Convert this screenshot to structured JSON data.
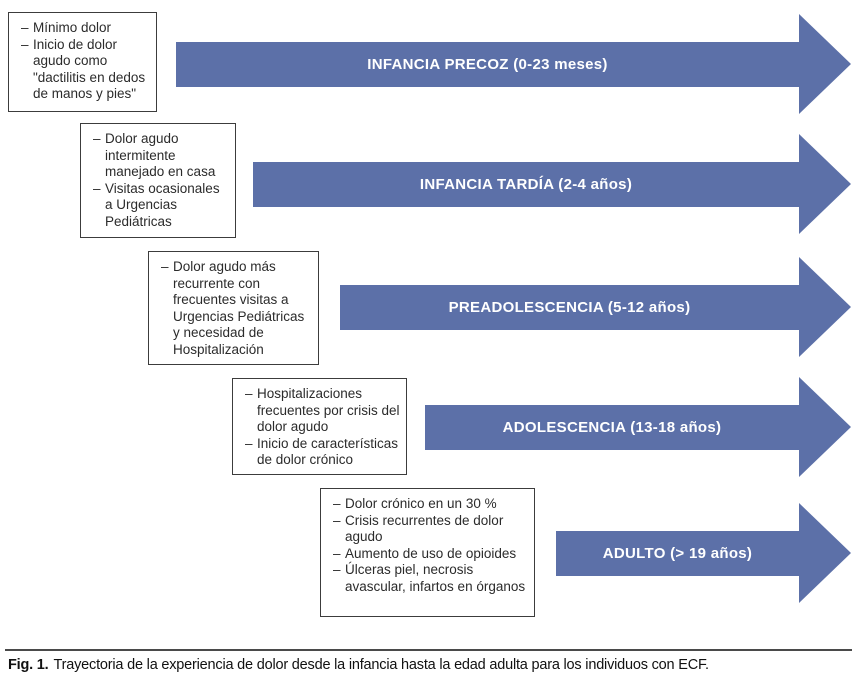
{
  "bullet_char": "–",
  "colors": {
    "arrow_blue": "#5c70a8",
    "box_border": "#3c3c3c",
    "box_text": "#2b2b2b",
    "arrow_label_text": "#ffffff",
    "caption_rule": "#4a4a4a"
  },
  "stages": [
    {
      "arrow_label": "INFANCIA PRECOZ (0-23 meses)",
      "bullets": [
        "Mínimo dolor",
        "Inicio de dolor agudo como \"dactilitis en dedos de manos y pies\""
      ]
    },
    {
      "arrow_label": "INFANCIA TARDÍA (2-4 años)",
      "bullets": [
        "Dolor agudo intermitente manejado en casa",
        "Visitas ocasionales a Urgencias Pediátricas"
      ]
    },
    {
      "arrow_label": "PREADOLESCENCIA (5-12 años)",
      "bullets": [
        "Dolor agudo más recurrente con frecuentes visitas a Urgencias Pediátricas y necesidad de Hospitalización"
      ]
    },
    {
      "arrow_label": "ADOLESCENCIA (13-18 años)",
      "bullets": [
        "Hospitalizaciones frecuentes por crisis del dolor agudo",
        "Inicio de características de dolor crónico"
      ]
    },
    {
      "arrow_label": "ADULTO (> 19 años)",
      "bullets": [
        "Dolor crónico en un 30 %",
        "Crisis recurrentes de dolor agudo",
        "Aumento de uso de opioides",
        "Úlceras piel, necrosis avascular, infartos en órganos"
      ]
    }
  ],
  "caption": {
    "fig_label": "Fig. 1.",
    "text": "Trayectoria de la experiencia de dolor desde la infancia hasta la edad adulta para los individuos con ECF."
  }
}
